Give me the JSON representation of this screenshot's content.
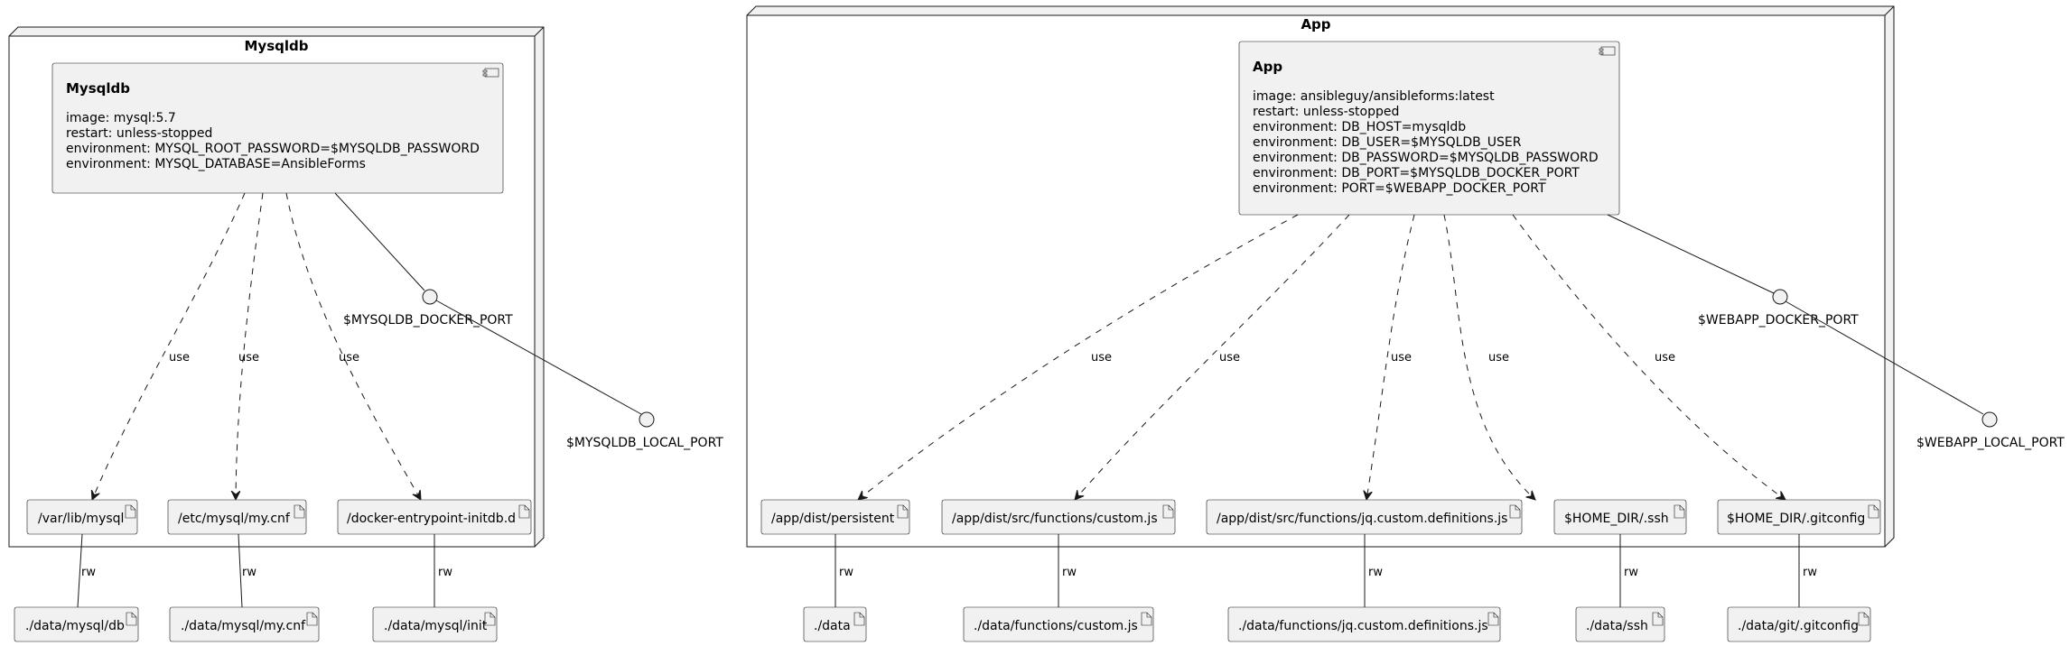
{
  "nodes": {
    "mysqldb": {
      "title": "Mysqldb"
    },
    "app": {
      "title": "App"
    }
  },
  "components": {
    "mysqldb": {
      "title": "Mysqldb",
      "lines": [
        "image: mysql:5.7",
        "restart: unless-stopped",
        "environment: MYSQL_ROOT_PASSWORD=$MYSQLDB_PASSWORD",
        "environment: MYSQL_DATABASE=AnsibleForms"
      ]
    },
    "app": {
      "title": "App",
      "lines": [
        "image: ansibleguy/ansibleforms:latest",
        "restart: unless-stopped",
        "environment: DB_HOST=mysqldb",
        "environment: DB_USER=$MYSQLDB_USER",
        "environment: DB_PASSWORD=$MYSQLDB_PASSWORD",
        "environment: DB_PORT=$MYSQLDB_DOCKER_PORT",
        "environment: PORT=$WEBAPP_DOCKER_PORT"
      ]
    }
  },
  "ports": {
    "mysqldb_docker": "$MYSQLDB_DOCKER_PORT",
    "mysqldb_local": "$MYSQLDB_LOCAL_PORT",
    "webapp_docker": "$WEBAPP_DOCKER_PORT",
    "webapp_local": "$WEBAPP_LOCAL_PORT"
  },
  "container_artifacts": {
    "var_lib_mysql": "/var/lib/mysql",
    "etc_mysql_cnf": "/etc/mysql/my.cnf",
    "docker_entrypoint": "/docker-entrypoint-initdb.d",
    "app_persistent": "/app/dist/persistent",
    "app_custom_js": "/app/dist/src/functions/custom.js",
    "app_jq_defs": "/app/dist/src/functions/jq.custom.definitions.js",
    "home_ssh": "$HOME_DIR/.ssh",
    "home_gitconfig": "$HOME_DIR/.gitconfig"
  },
  "host_artifacts": {
    "data_mysql_db": "./data/mysql/db",
    "data_mysql_cnf": "./data/mysql/my.cnf",
    "data_mysql_init": "./data/mysql/init",
    "data": "./data",
    "data_custom_js": "./data/functions/custom.js",
    "data_jq_defs": "./data/functions/jq.custom.definitions.js",
    "data_ssh": "./data/ssh",
    "data_gitconfig": "./data/git/.gitconfig"
  },
  "edge_labels": {
    "use": "use",
    "rw": "rw"
  }
}
